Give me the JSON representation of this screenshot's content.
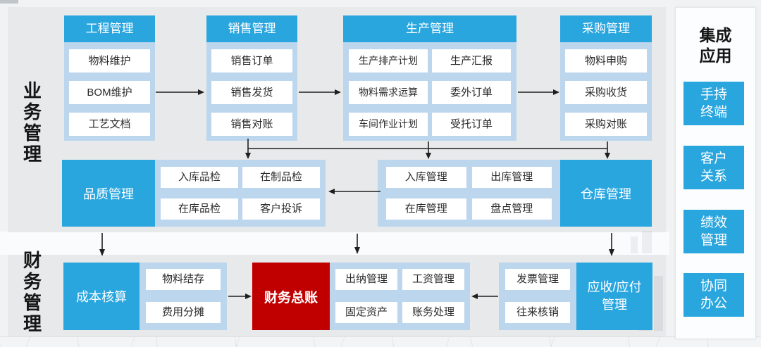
{
  "labels": {
    "business": "业务管理",
    "finance": "财务管理"
  },
  "columns": [
    {
      "header": "工程管理",
      "items": [
        "物料维护",
        "BOM维护",
        "工艺文档"
      ]
    },
    {
      "header": "销售管理",
      "items": [
        "销售订单",
        "销售发货",
        "销售对账"
      ]
    },
    {
      "header": "生产管理",
      "left_items": [
        "生产排产计划",
        "物料需求运算",
        "车间作业计划"
      ],
      "right_items": [
        "生产汇报",
        "委外订单",
        "受托订单"
      ]
    },
    {
      "header": "采购管理",
      "items": [
        "物料申购",
        "采购收货",
        "采购对账"
      ]
    }
  ],
  "quality": {
    "label": "品质管理",
    "items": [
      "入库品检",
      "在制品检",
      "在库品检",
      "客户投诉"
    ]
  },
  "warehouse": {
    "label": "仓库管理",
    "items": [
      "入库管理",
      "出库管理",
      "在库管理",
      "盘点管理"
    ]
  },
  "finance_row": {
    "cost_label": "成本核算",
    "cost_items": [
      "物料结存",
      "费用分摊"
    ],
    "ledger_label": "财务总账",
    "accounting_items": [
      "出纳管理",
      "工资管理",
      "固定资产",
      "账务处理"
    ],
    "invoice_items": [
      "发票管理",
      "往来核销"
    ],
    "receivable_line1": "应收/应付",
    "receivable_line2": "管理"
  },
  "integration": {
    "title_line1": "集成",
    "title_line2": "应用",
    "items": [
      {
        "line1": "手持",
        "line2": "终端"
      },
      {
        "line1": "客户",
        "line2": "关系"
      },
      {
        "line1": "绩效",
        "line2": "管理"
      },
      {
        "line1": "协同",
        "line2": "办公"
      }
    ]
  },
  "colors": {
    "blue": "#2AA6DF",
    "light_blue": "#BCD6ED",
    "red": "#C00000",
    "panel_gray": "#E8E9EA"
  }
}
